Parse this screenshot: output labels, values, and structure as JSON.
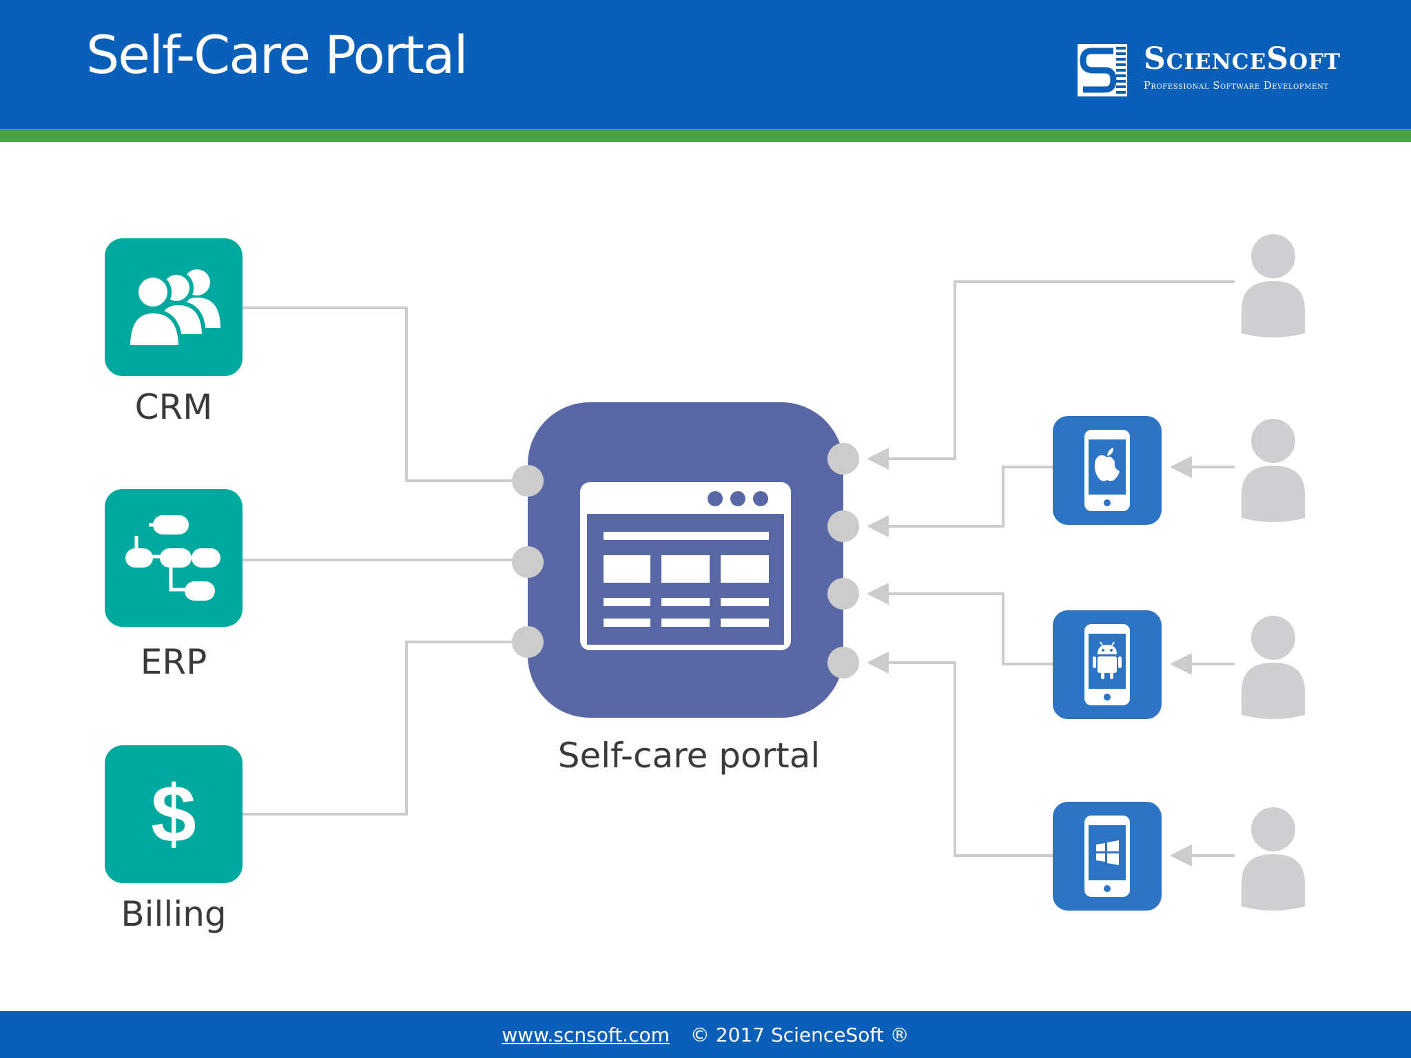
{
  "header": {
    "title": "Self-Care Portal",
    "logo": {
      "name": "ScienceSoft",
      "tagline": "Professional Software Development"
    }
  },
  "systems": [
    {
      "label": "CRM",
      "icon": "users-group-icon"
    },
    {
      "label": "ERP",
      "icon": "flowchart-icon"
    },
    {
      "label": "Billing",
      "icon": "dollar-icon"
    }
  ],
  "portal": {
    "label": "Self-care portal",
    "icon": "browser-window-icon"
  },
  "devices": [
    {
      "icon": "apple-icon"
    },
    {
      "icon": "android-icon"
    },
    {
      "icon": "windows-icon"
    }
  ],
  "footer": {
    "url": "www.scnsoft.com",
    "copyright": "© 2017 ScienceSoft ®"
  },
  "colors": {
    "header": "#0a5fb8",
    "accent_green": "#4aa245",
    "system_tile": "#00a99d",
    "portal": "#5a67a5",
    "device_tile": "#2e74c4",
    "connector": "#cccccc",
    "user": "#cfcfd1"
  }
}
